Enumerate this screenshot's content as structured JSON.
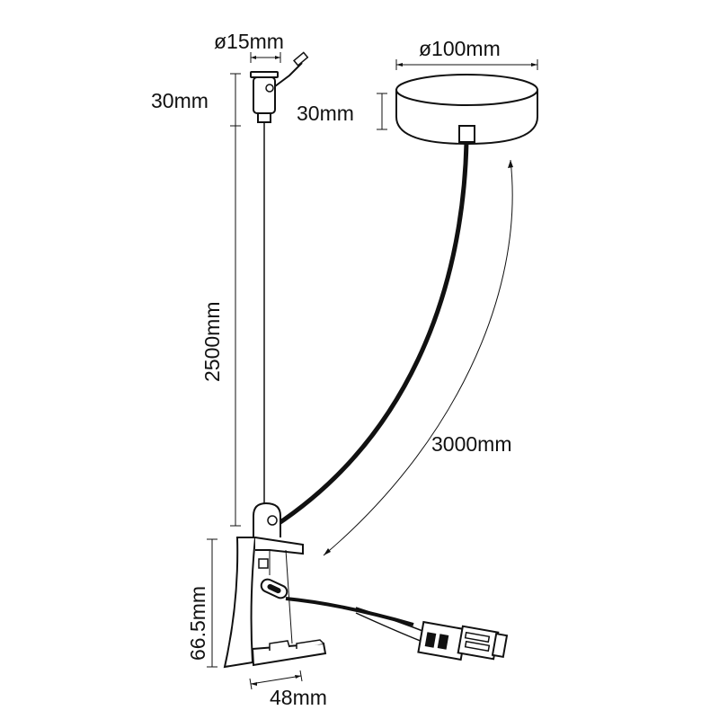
{
  "dimensions": {
    "cord_grip_diameter": "ø15mm",
    "cord_grip_height": "30mm",
    "canopy_diameter": "ø100mm",
    "canopy_height": "30mm",
    "suspension_length": "2500mm",
    "cable_length": "3000mm",
    "fixture_height": "66.5mm",
    "fixture_width": "48mm"
  },
  "colors": {
    "line": "#111111",
    "background": "#ffffff"
  }
}
